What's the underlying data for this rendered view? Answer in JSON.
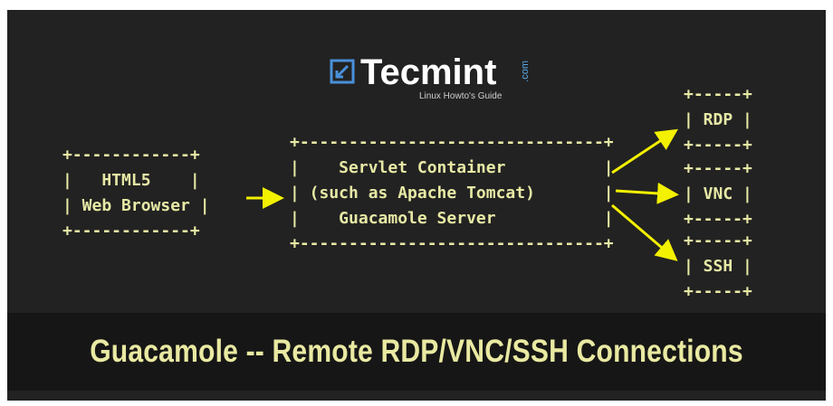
{
  "logo": {
    "wordmark": "Tecmint",
    "dotcom": ".com",
    "tagline": "Linux Howto's Guide",
    "icon": "tecmint-square-arrow-icon"
  },
  "diagram": {
    "browser_box": "+------------+\n|   HTML5    |\n| Web Browser |\n+------------+",
    "server_box": "+-------------------------------+\n|    Servlet Container          |\n| (such as Apache Tomcat)       |\n|    Guacamole Server           |\n+-------------------------------+",
    "rdp_box": "+-----+\n| RDP |\n+-----+",
    "vnc_box": "+-----+\n| VNC |\n+-----+",
    "ssh_box": "+-----+\n| SSH |\n+-----+"
  },
  "footer": {
    "title": "Guacamole -- Remote RDP/VNC/SSH  Connections"
  },
  "colors": {
    "panel": "#222222",
    "text": "#e7e9a5",
    "arrow": "#f3f000",
    "logo_accent": "#4a90d9"
  }
}
